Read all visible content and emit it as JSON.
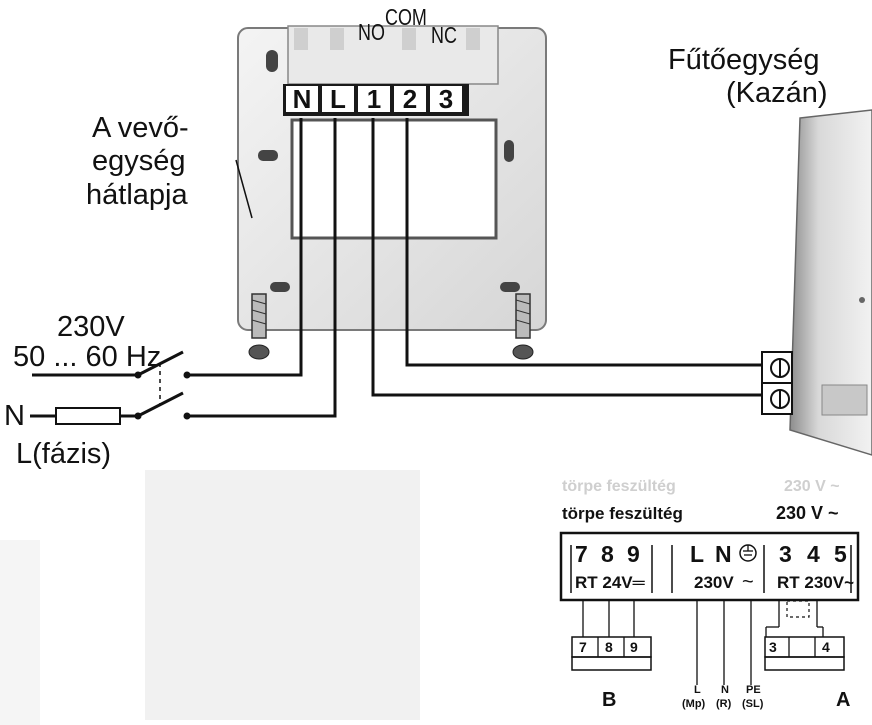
{
  "back_plate": {
    "label_line1": "A vevő-",
    "label_line2": "egység",
    "label_line3": "hátlapja",
    "relay_no": "NO",
    "relay_com": "COM",
    "relay_nc": "NC",
    "terminals": [
      "N",
      "L",
      "1",
      "2",
      "3"
    ]
  },
  "supply": {
    "voltage": "230V",
    "frequency": "50 ... 60 Hz",
    "neutral": "N",
    "phase": "L(fázis)"
  },
  "boiler": {
    "label_line1": "Fűtőegység",
    "label_line2": "(Kazán)"
  },
  "terminal_block": {
    "header_ghost_left": "törpe feszültég",
    "header_ghost_right": "230 V ~",
    "header_left": "törpe feszültég",
    "header_right": "230 V ~",
    "group_lv_numbers": [
      "7",
      "8",
      "9"
    ],
    "group_lv_caption": "RT 24V═",
    "group_mains_letters": [
      "L",
      "N"
    ],
    "group_mains_caption": "230V",
    "group_mains_symbol": "~",
    "group_rt_numbers": [
      "3",
      "4",
      "5"
    ],
    "group_rt_caption": "RT 230V~",
    "sub_b_terminals": [
      "7",
      "8",
      "9"
    ],
    "sub_a_terminals": [
      "3",
      "4"
    ],
    "label_b": "B",
    "label_a": "A",
    "wire_l": "L",
    "wire_l_sub": "(Mp)",
    "wire_n": "N",
    "wire_n_sub": "(R)",
    "wire_pe": "PE",
    "wire_pe_sub": "(SL)"
  }
}
